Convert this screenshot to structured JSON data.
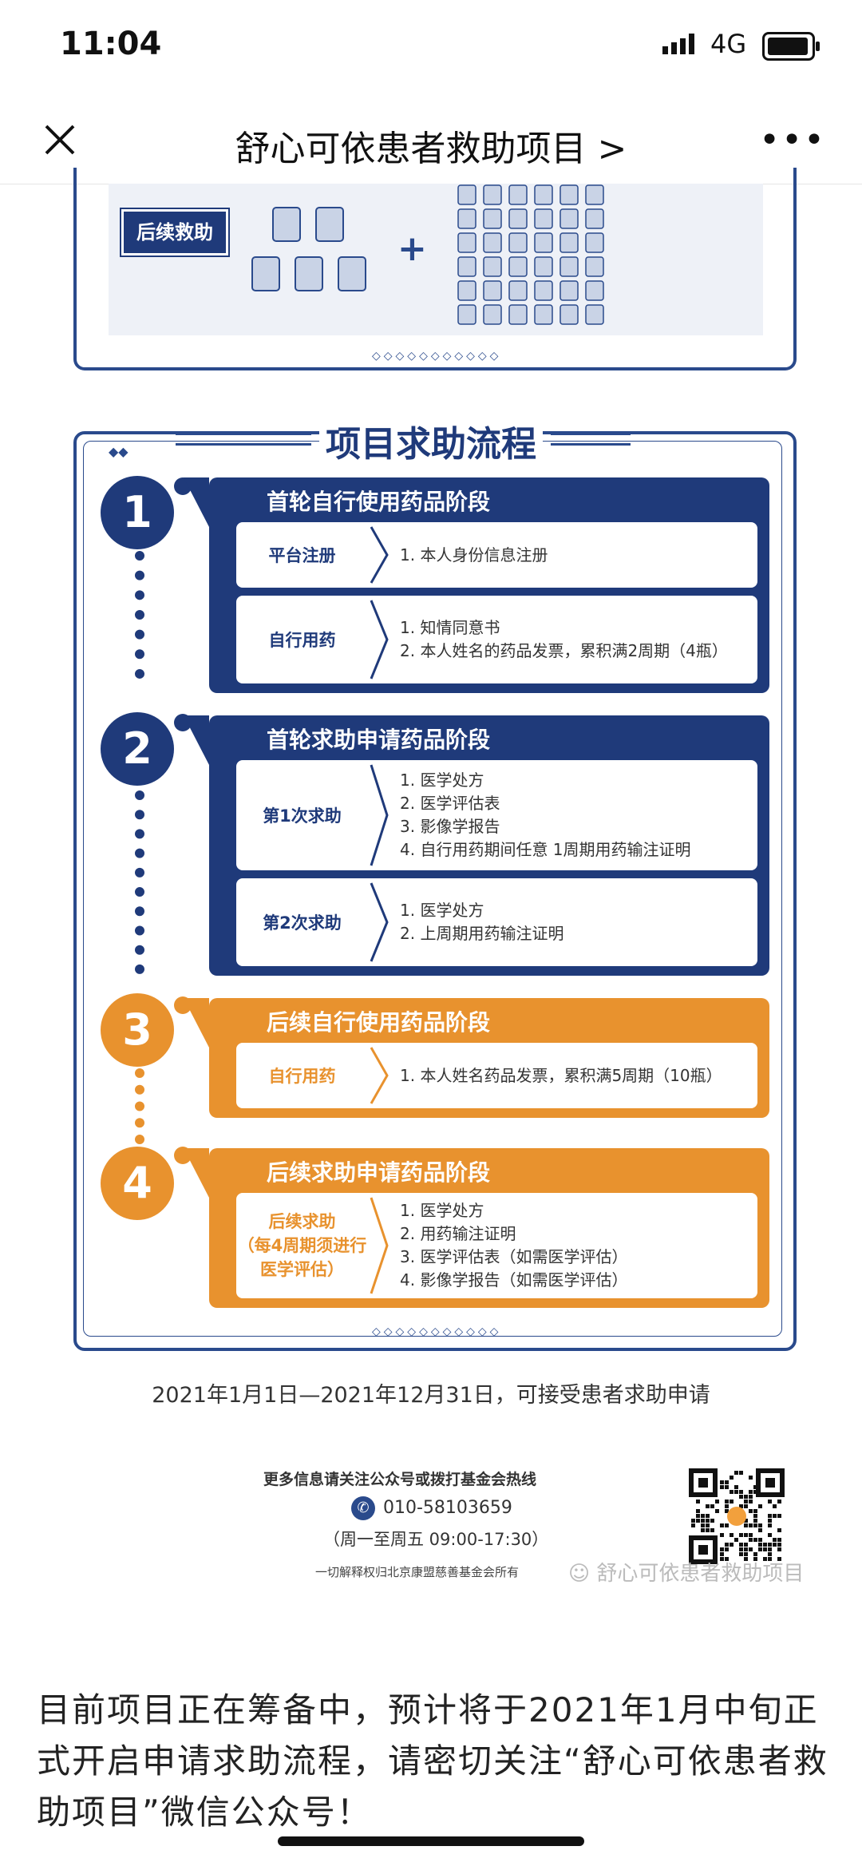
{
  "status_bar": {
    "time": "11:04",
    "network": "4G"
  },
  "nav": {
    "title": "舒心可依患者救助项目 >",
    "more": "•••"
  },
  "top_panel": {
    "label": "后续救助",
    "plus": "+"
  },
  "flow": {
    "title": "项目求助流程",
    "stages": [
      {
        "num": "1",
        "title": "首轮自行使用药品阶段",
        "rows": [
          {
            "label": "平台注册",
            "items": [
              "1. 本人身份信息注册"
            ]
          },
          {
            "label": "自行用药",
            "items": [
              "1. 知情同意书",
              "2. 本人姓名的药品发票，累积满2周期（4瓶）"
            ]
          }
        ]
      },
      {
        "num": "2",
        "title": "首轮求助申请药品阶段",
        "rows": [
          {
            "label": "第1次求助",
            "items": [
              "1. 医学处方",
              "2. 医学评估表",
              "3. 影像学报告",
              "4. 自行用药期间任意 1周期用药输注证明"
            ]
          },
          {
            "label": "第2次求助",
            "items": [
              "1. 医学处方",
              "2. 上周期用药输注证明"
            ]
          }
        ]
      },
      {
        "num": "3",
        "title": "后续自行使用药品阶段",
        "rows": [
          {
            "label": "自行用药",
            "items": [
              "1. 本人姓名药品发票，累积满5周期（10瓶）"
            ]
          }
        ]
      },
      {
        "num": "4",
        "title": "后续求助申请药品阶段",
        "rows": [
          {
            "label_lines": [
              "后续求助",
              "（每4周期须进行",
              "医学评估）"
            ],
            "items": [
              "1. 医学处方",
              "2. 用药输注证明",
              "3. 医学评估表（如需医学评估）",
              "4. 影像学报告（如需医学评估）"
            ]
          }
        ]
      }
    ]
  },
  "date_range": "2021年1月1日—2021年12月31日，可接受患者求助申请",
  "footer": {
    "info": "更多信息请关注公众号或拨打基金会热线",
    "phone": "010-58103659",
    "hours": "（周一至周五 09:00-17:30）",
    "rights": "一切解释权归北京康盟慈善基金会所有",
    "watermark": "舒心可依患者救助项目"
  },
  "paragraph": "目前项目正在筹备中，预计将于2021年1月中旬正式开启申请求助流程，请密切关注“舒心可依患者救助项目”微信公众号！",
  "colors": {
    "navy": "#1f3a7a",
    "orange": "#e8922e",
    "panel_bg": "#eef1f7"
  }
}
